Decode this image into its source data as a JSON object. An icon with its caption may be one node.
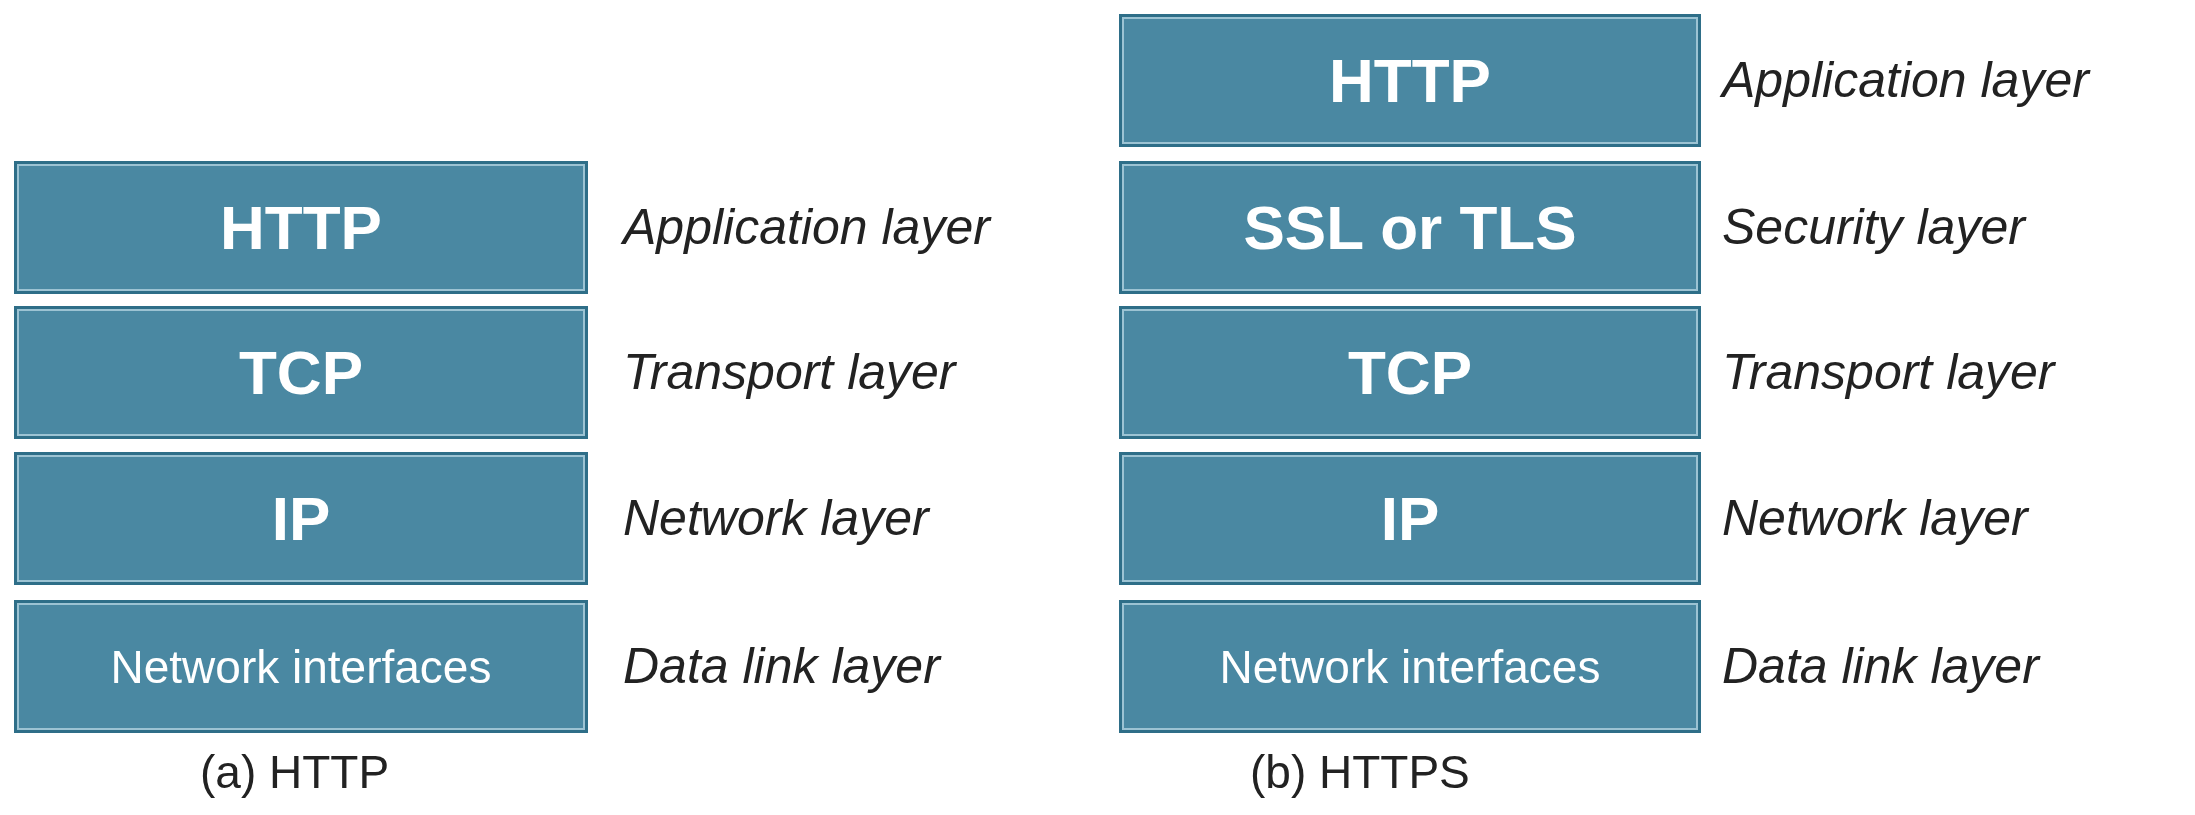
{
  "diagram": {
    "nodes": [
      {
        "text": [
          "HTTP"
        ],
        "beside": [
          "Application layer"
        ]
      },
      {
        "text": [
          "TCP"
        ],
        "beside": [
          "Transport layer"
        ]
      },
      {
        "text": [
          "IP"
        ],
        "beside": [
          "Network layer"
        ]
      },
      {
        "text": [
          "Network interfaces"
        ],
        "beside": [
          "Data link layer"
        ]
      },
      {
        "text": [
          "HTTP"
        ],
        "beside": [
          "Application layer"
        ]
      },
      {
        "text": [
          "SSL or TLS"
        ],
        "beside": [
          "Security layer"
        ]
      },
      {
        "text": [
          "TCP"
        ],
        "beside": [
          "Transport layer"
        ]
      },
      {
        "text": [
          "IP"
        ],
        "beside": [
          "Network layer"
        ]
      },
      {
        "text": [
          "Network interfaces"
        ],
        "beside": [
          "Data link layer"
        ]
      }
    ],
    "labels": [
      "(a) HTTP",
      "(b) HTTPS"
    ]
  }
}
